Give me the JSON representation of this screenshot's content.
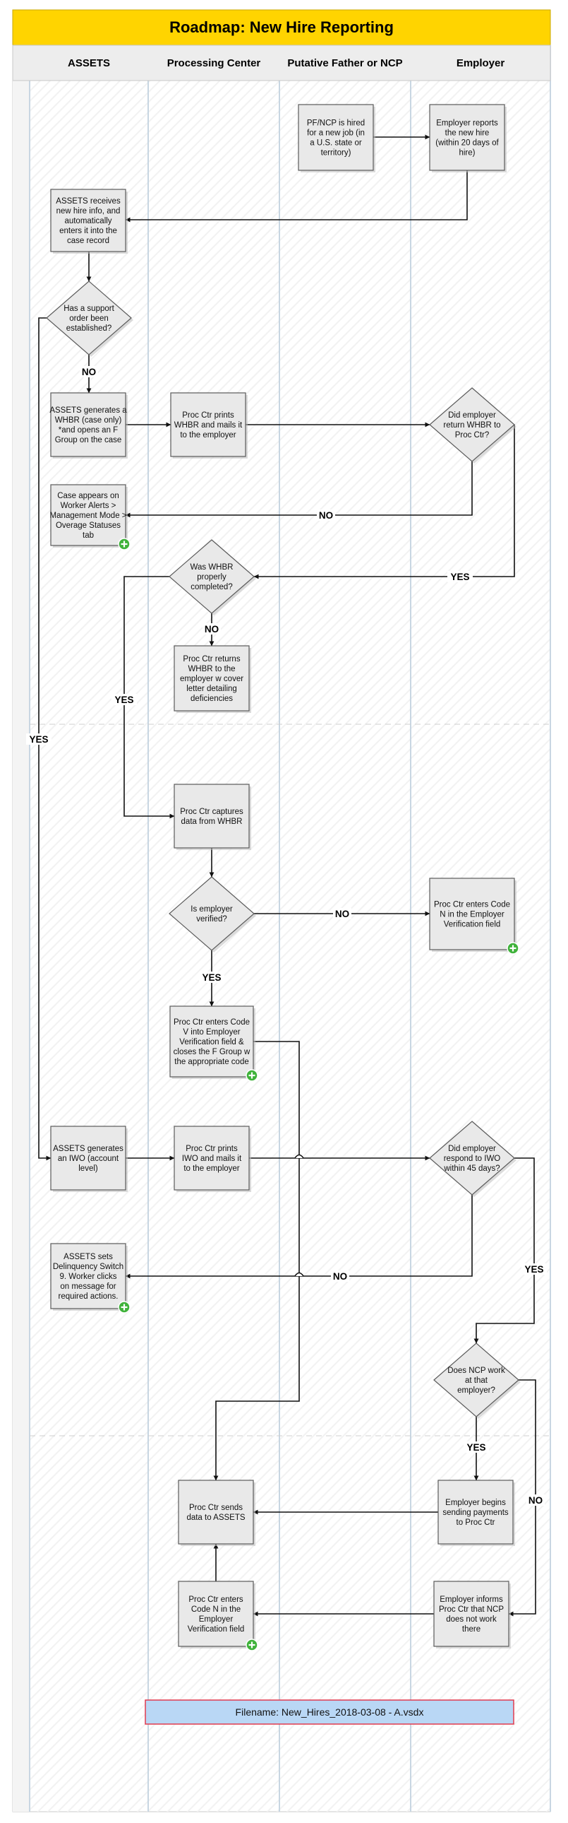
{
  "title": "Roadmap:  New Hire Reporting",
  "colors": {
    "title_bg": "#FFD400",
    "header_bg": "#EDEDED",
    "node_fill": "#E9E9E9",
    "node_stroke": "#5A5A5A",
    "plus": "#3FB23A",
    "file_bg": "#B9D7F5",
    "file_border": "#E23A4E"
  },
  "lanes": [
    "ASSETS",
    "Processing Center",
    "Putative Father or NCP",
    "Employer"
  ],
  "nodes": {
    "pf_hired": "PF/NCP is hired for a new job (in a U.S. state or territory)",
    "emp_reports": "Employer reports the new hire (within 20 days of hire)",
    "assets_receives": "ASSETS receives new hire info, and automatically enters it into the case record",
    "support_order": "Has a support order been established?",
    "assets_whbr": "ASSETS generates a WHBR (case only) *and opens an F Group on the case",
    "proc_prints_whbr": "Proc Ctr prints WHBR and mails it to the employer",
    "did_return_whbr": "Did employer return WHBR to Proc Ctr?",
    "case_alerts": "Case appears on Worker Alerts > Management Mode > Overage Statuses tab",
    "whbr_complete": "Was WHBR properly completed?",
    "proc_returns": "Proc Ctr returns WHBR to the employer w cover letter detailing deficiencies",
    "proc_captures": "Proc Ctr captures data from WHBR",
    "emp_verified": "Is employer verified?",
    "code_n_emp": "Proc Ctr enters Code N in the Employer Verification field",
    "code_v": "Proc Ctr enters Code V into Employer Verification field & closes the F Group w the appropriate code",
    "assets_iwo": "ASSETS generates an IWO (account level)",
    "proc_prints_iwo": "Proc Ctr prints IWO and mails it to the employer",
    "did_respond_iwo": "Did employer respond to IWO within 45 days?",
    "delinquency": "ASSETS sets Delinquency Switch 9. Worker clicks on message for required actions.",
    "ncp_work": "Does NCP work at that employer?",
    "proc_sends": "Proc Ctr sends data to ASSETS",
    "emp_payments": "Employer begins sending payments to Proc Ctr",
    "proc_code_n": "Proc Ctr enters Code N in the Employer Verification field",
    "emp_informs": "Employer informs Proc Ctr that NCP does not work there"
  },
  "labels": {
    "yes": "YES",
    "no": "NO"
  },
  "filename": "Filename:  New_Hires_2018-03-08 - A.vsdx"
}
